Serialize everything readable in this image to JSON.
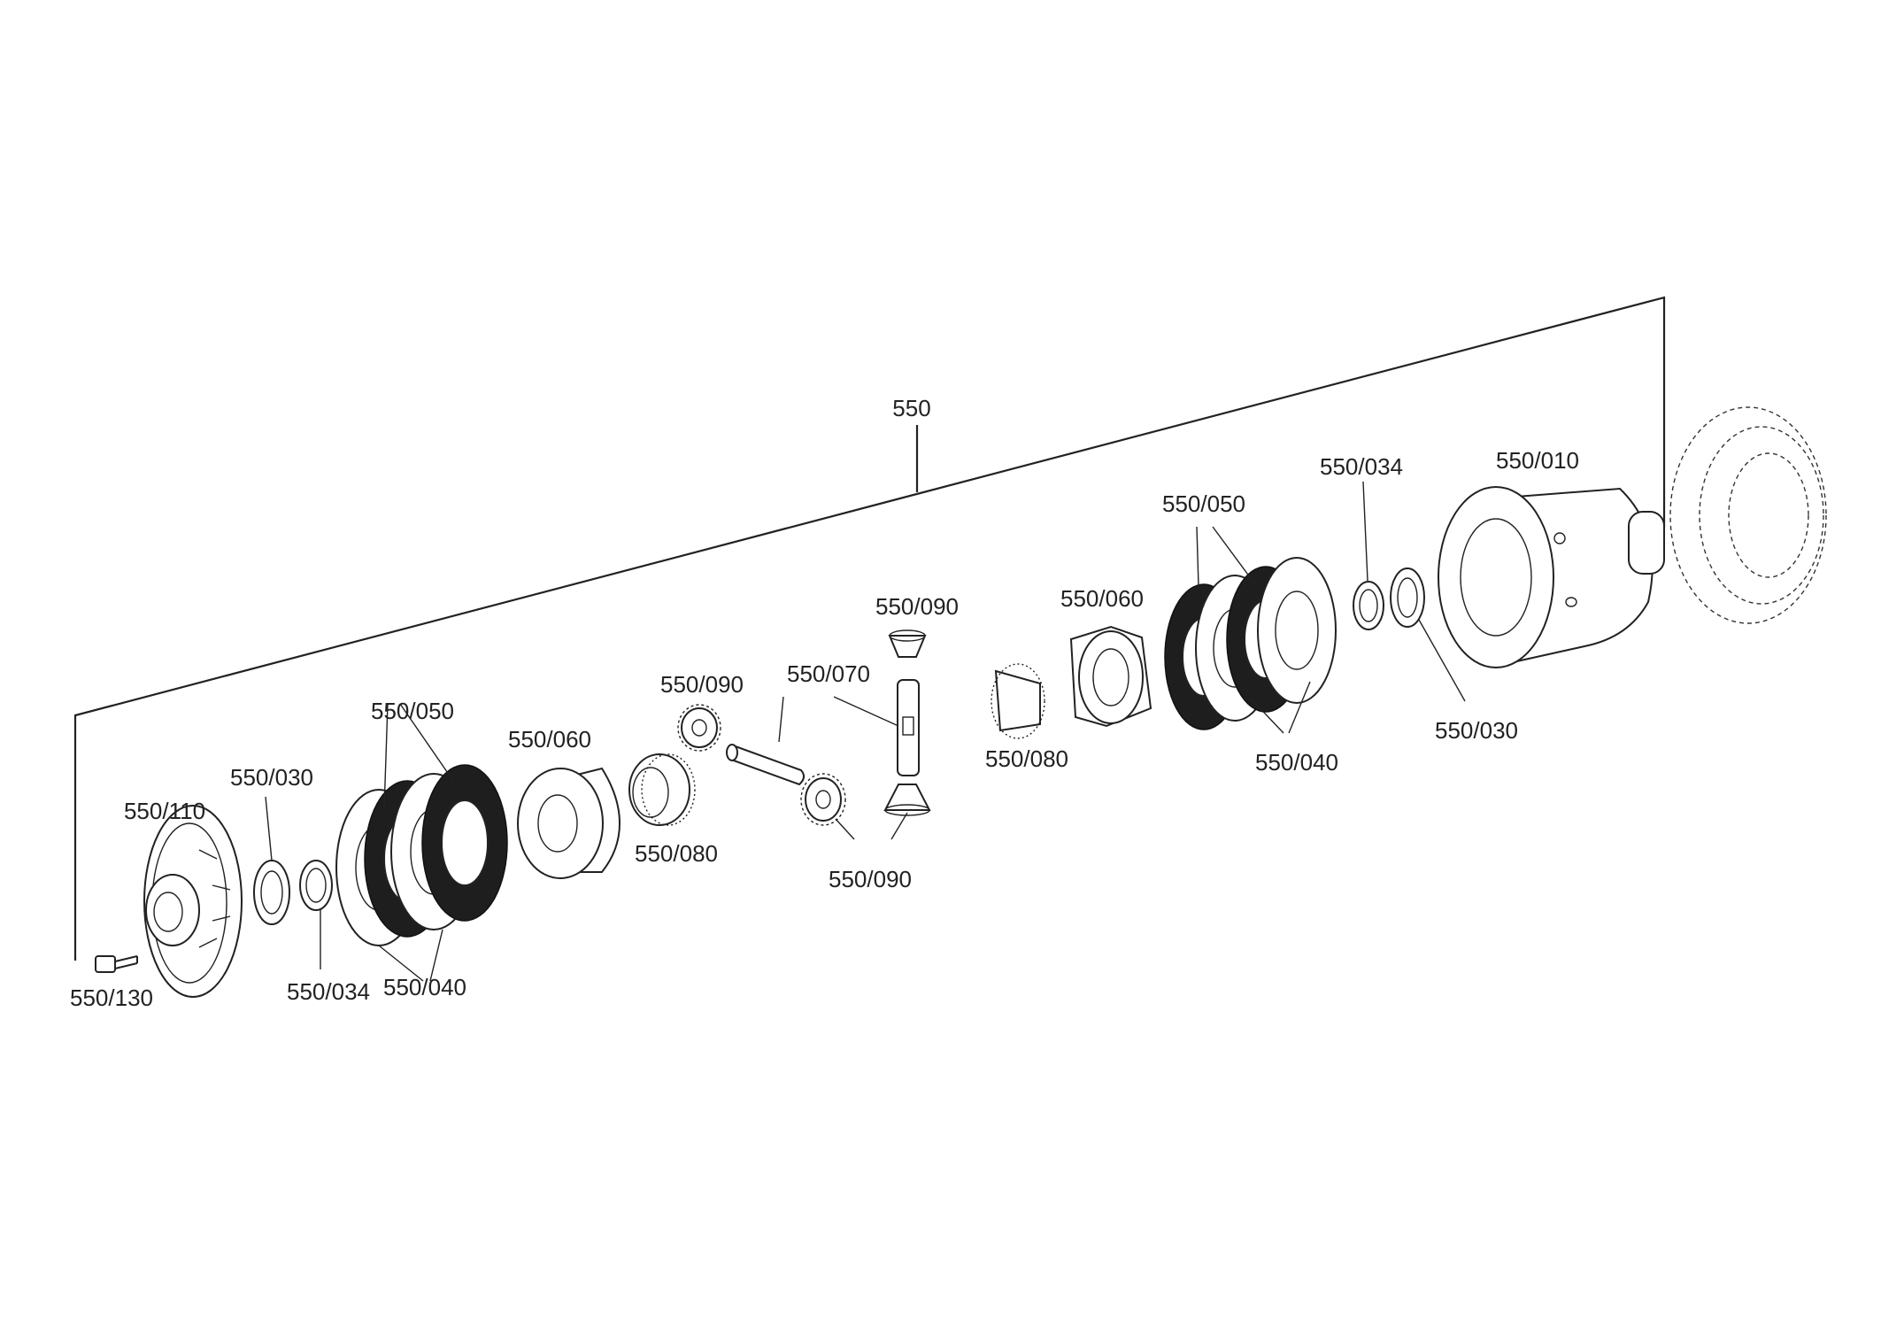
{
  "diagram": {
    "assembly_label": "550",
    "callouts": {
      "c010": "550/010",
      "c030_left": "550/030",
      "c030_right": "550/030",
      "c034_left": "550/034",
      "c034_right": "550/034",
      "c040_left": "550/040",
      "c040_right": "550/040",
      "c050_left": "550/050",
      "c050_right": "550/050",
      "c060_left": "550/060",
      "c060_right": "550/060",
      "c070": "550/070",
      "c080_left": "550/080",
      "c080_right": "550/080",
      "c090_top": "550/090",
      "c090_left": "550/090",
      "c090_bottom": "550/090",
      "c110": "550/110",
      "c130": "550/130"
    }
  }
}
